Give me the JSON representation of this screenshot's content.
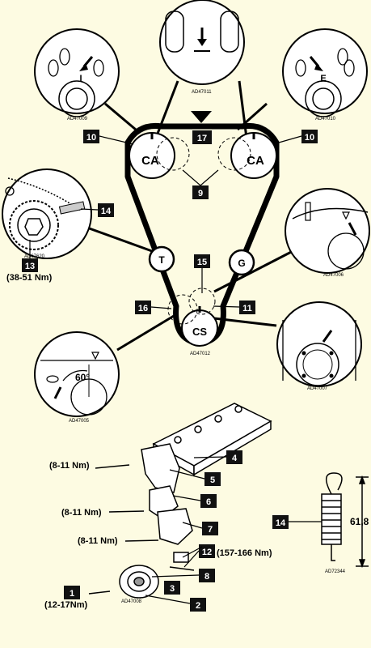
{
  "background_color": "#fdfbe2",
  "callouts": [
    {
      "num": "10"
    },
    {
      "num": "17"
    },
    {
      "num": "10"
    },
    {
      "num": "9"
    },
    {
      "num": "14"
    },
    {
      "num": "13"
    },
    {
      "num": "15"
    },
    {
      "num": "16"
    },
    {
      "num": "11"
    },
    {
      "num": "4"
    },
    {
      "num": "5"
    },
    {
      "num": "6"
    },
    {
      "num": "7"
    },
    {
      "num": "12"
    },
    {
      "num": "8"
    },
    {
      "num": "3"
    },
    {
      "num": "1"
    },
    {
      "num": "2"
    },
    {
      "num": "14"
    }
  ],
  "pulley_labels": {
    "cam_left": "CA",
    "cam_right": "CA",
    "tensioner": "T",
    "idler": "G",
    "crank": "CS"
  },
  "detail_labels": {
    "timing_mark_left": "I",
    "timing_mark_right": "E"
  },
  "torque_specs": [
    "(38-51 Nm)",
    "(8-11 Nm)",
    "(8-11 Nm)",
    "(8-11 Nm)",
    "(157-166 Nm)",
    "(12-17Nm)"
  ],
  "angle_label": "60°",
  "spring_length": "61,8",
  "figure_codes": [
    "AD47011",
    "AD47009",
    "AD47010",
    "AD67620",
    "AD47006",
    "AD47012",
    "AD47007",
    "AD47005",
    "AD47008",
    "AD72344"
  ]
}
